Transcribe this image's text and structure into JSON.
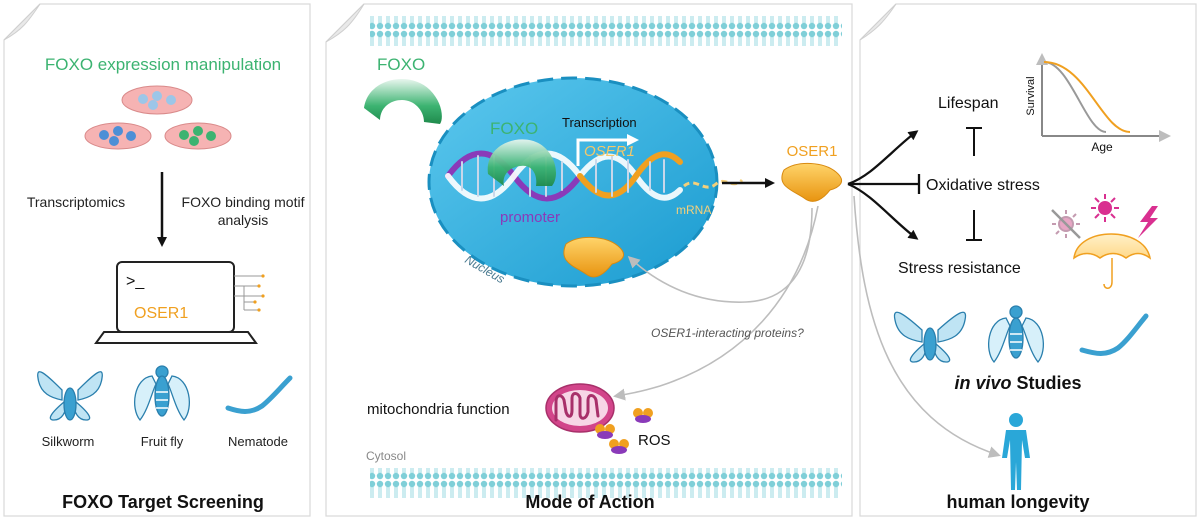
{
  "panels": {
    "left": {
      "heading": "FOXO expression manipulation",
      "transcriptomics": "Transcriptomics",
      "motif_line1": "FOXO binding motif",
      "motif_line2": "analysis",
      "prompt": ">_",
      "gene": "OSER1",
      "organisms": [
        "Silkworm",
        "Fruit fly",
        "Nematode"
      ],
      "title": "FOXO Target Screening"
    },
    "middle": {
      "foxo_free": "FOXO",
      "foxo_bound": "FOXO",
      "transcription": "Transcription",
      "gene_label": "OSER1",
      "promoter": "promoter",
      "mrna": "mRNA",
      "nucleus": "Nucleus",
      "oser1": "OSER1",
      "interacting": "OSER1-interacting proteins?",
      "mito": "mitochondria function",
      "ros": "ROS",
      "cytosol": "Cytosol",
      "title": "Mode of Action"
    },
    "right": {
      "lifespan": "Lifespan",
      "oxidative": "Oxidative stress",
      "stress_resistance": "Stress resistance",
      "survival_axis": "Survival",
      "age_axis": "Age",
      "in_vivo_italic": "in vivo",
      "in_vivo_rest": "Studies",
      "title": "human longevity"
    }
  },
  "colors": {
    "foxo_green": "#3cb371",
    "oser1_orange": "#f0a020",
    "promoter_purple": "#8a3ab9",
    "nucleus_blue": "#2aa7d8",
    "organism_blue": "#3aa0d0",
    "mito_pink": "#c0397a",
    "uv_red": "#d93090",
    "membrane_teal": "#7fcfd8"
  }
}
